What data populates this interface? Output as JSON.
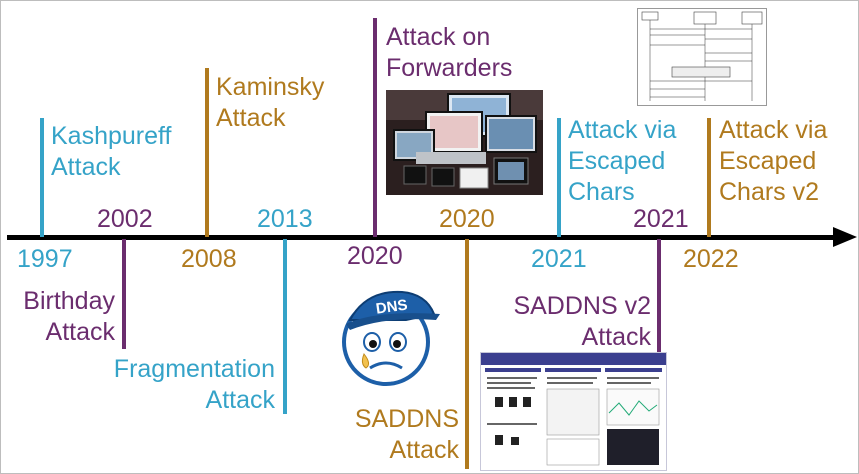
{
  "timeline": {
    "events_top": [
      {
        "year": "1997",
        "label_lines": [
          "Kashpureff",
          "Attack"
        ]
      },
      {
        "year": "2008",
        "label_lines": [
          "Kaminsky",
          "Attack"
        ]
      },
      {
        "year": "2020",
        "label_lines": [
          "Attack on",
          "Forwarders"
        ]
      },
      {
        "year": "2021",
        "label_lines": [
          "Attack via",
          "Escaped",
          "Chars"
        ]
      },
      {
        "year": "2022",
        "label_lines": [
          "Attack via",
          "Escaped",
          "Chars v2"
        ]
      }
    ],
    "events_bottom": [
      {
        "year": "2002",
        "label_lines": [
          "Birthday",
          "Attack"
        ]
      },
      {
        "year": "2013",
        "label_lines": [
          "Fragmentation",
          "Attack"
        ]
      },
      {
        "year": "2020",
        "label_lines": [
          "SADDNS",
          "Attack"
        ]
      },
      {
        "year": "2021",
        "label_lines": [
          "SADDNS v2",
          "Attack"
        ]
      }
    ]
  },
  "logo": {
    "text": "DNS"
  },
  "colors": {
    "blue": "#35a3c8",
    "purple": "#6b2d6e",
    "brown": "#b07a1e",
    "axis": "#000000"
  },
  "images": [
    "photo-of-computer-setup",
    "sequence-diagram",
    "research-poster",
    "sad-dns-logo"
  ]
}
